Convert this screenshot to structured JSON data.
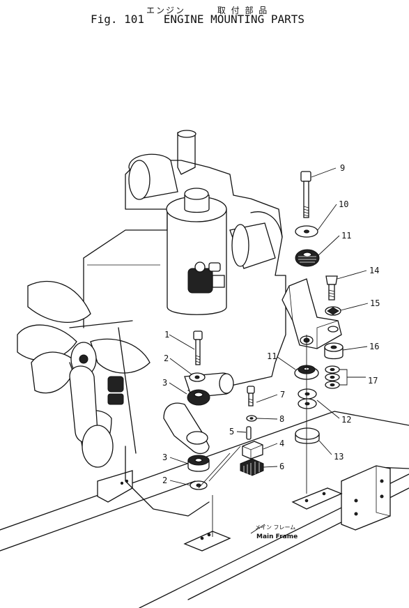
{
  "header": {
    "title_jp_1": "エンジン",
    "title_jp_2": "取 付 部 品",
    "fig_label": "Fig. 101",
    "title_en": "ENGINE MOUNTING PARTS"
  },
  "frame_label": {
    "jp": "メイン フレーム",
    "en": "Main Frame"
  },
  "callouts": {
    "c9": "9",
    "c10": "10",
    "c11a": "11",
    "c14": "14",
    "c15": "15",
    "c16": "16",
    "c11b": "11",
    "c17": "17",
    "c12": "12",
    "c13": "13",
    "c1": "1",
    "c2a": "2",
    "c3a": "3",
    "c7": "7",
    "c8": "8",
    "c5": "5",
    "c4": "4",
    "c6": "6",
    "c3b": "3",
    "c2b": "2"
  }
}
